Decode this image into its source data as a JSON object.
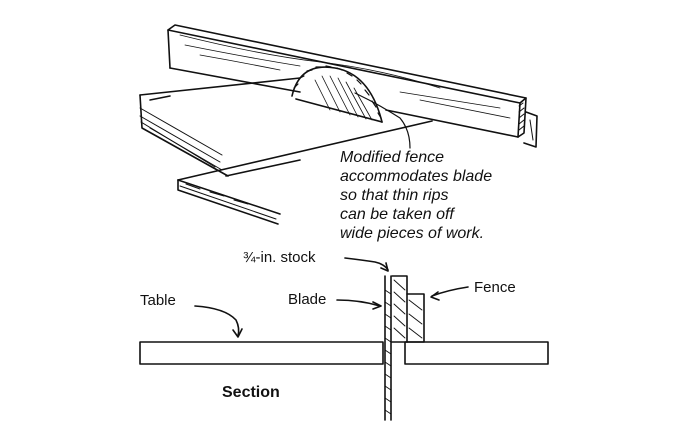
{
  "caption": {
    "lines": [
      "Modified fence",
      "accommodates blade",
      "so that thin rips",
      "can be taken off",
      "wide pieces of work."
    ]
  },
  "labels": {
    "stock": "¾-in. stock",
    "fence": "Fence",
    "table": "Table",
    "blade": "Blade",
    "section": "Section"
  },
  "colors": {
    "ink": "#111111",
    "paper": "#ffffff"
  }
}
